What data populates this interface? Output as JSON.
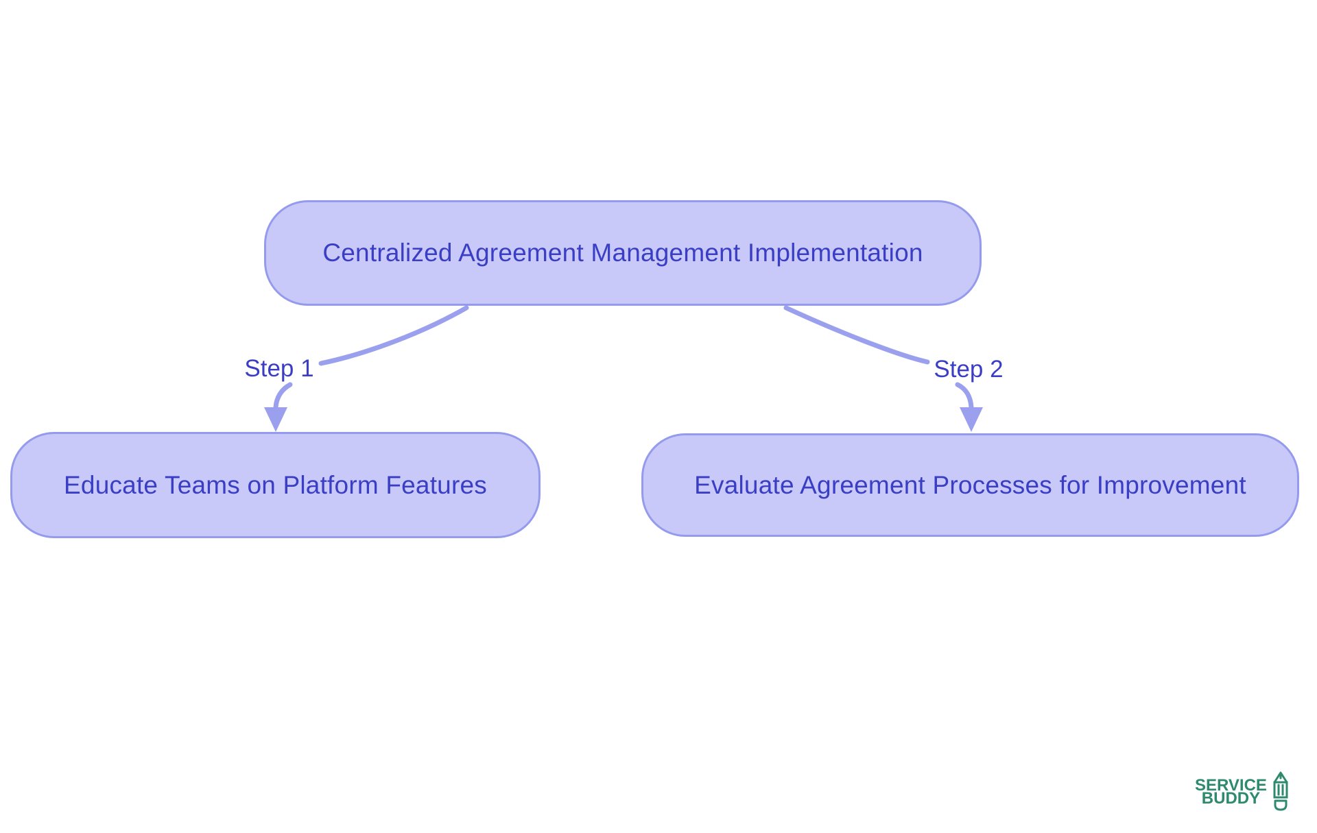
{
  "diagram": {
    "root": {
      "label": "Centralized Agreement Management Implementation"
    },
    "steps": [
      {
        "edge_label": "Step 1",
        "label": "Educate Teams on Platform Features"
      },
      {
        "edge_label": "Step 2",
        "label": "Evaluate Agreement Processes for Improvement"
      }
    ]
  },
  "logo": {
    "line1": "SERVICE",
    "line2": "BUDDY",
    "icon": "pencil-icon"
  },
  "colors": {
    "background": "#ffffff",
    "node_fill": "#c8c9f8",
    "node_border": "#959bec",
    "node_text": "#3a3ec5",
    "edge": "#9aa0ee",
    "edge_label_text": "#3a3ec5",
    "logo_green": "#2d8a6d"
  }
}
